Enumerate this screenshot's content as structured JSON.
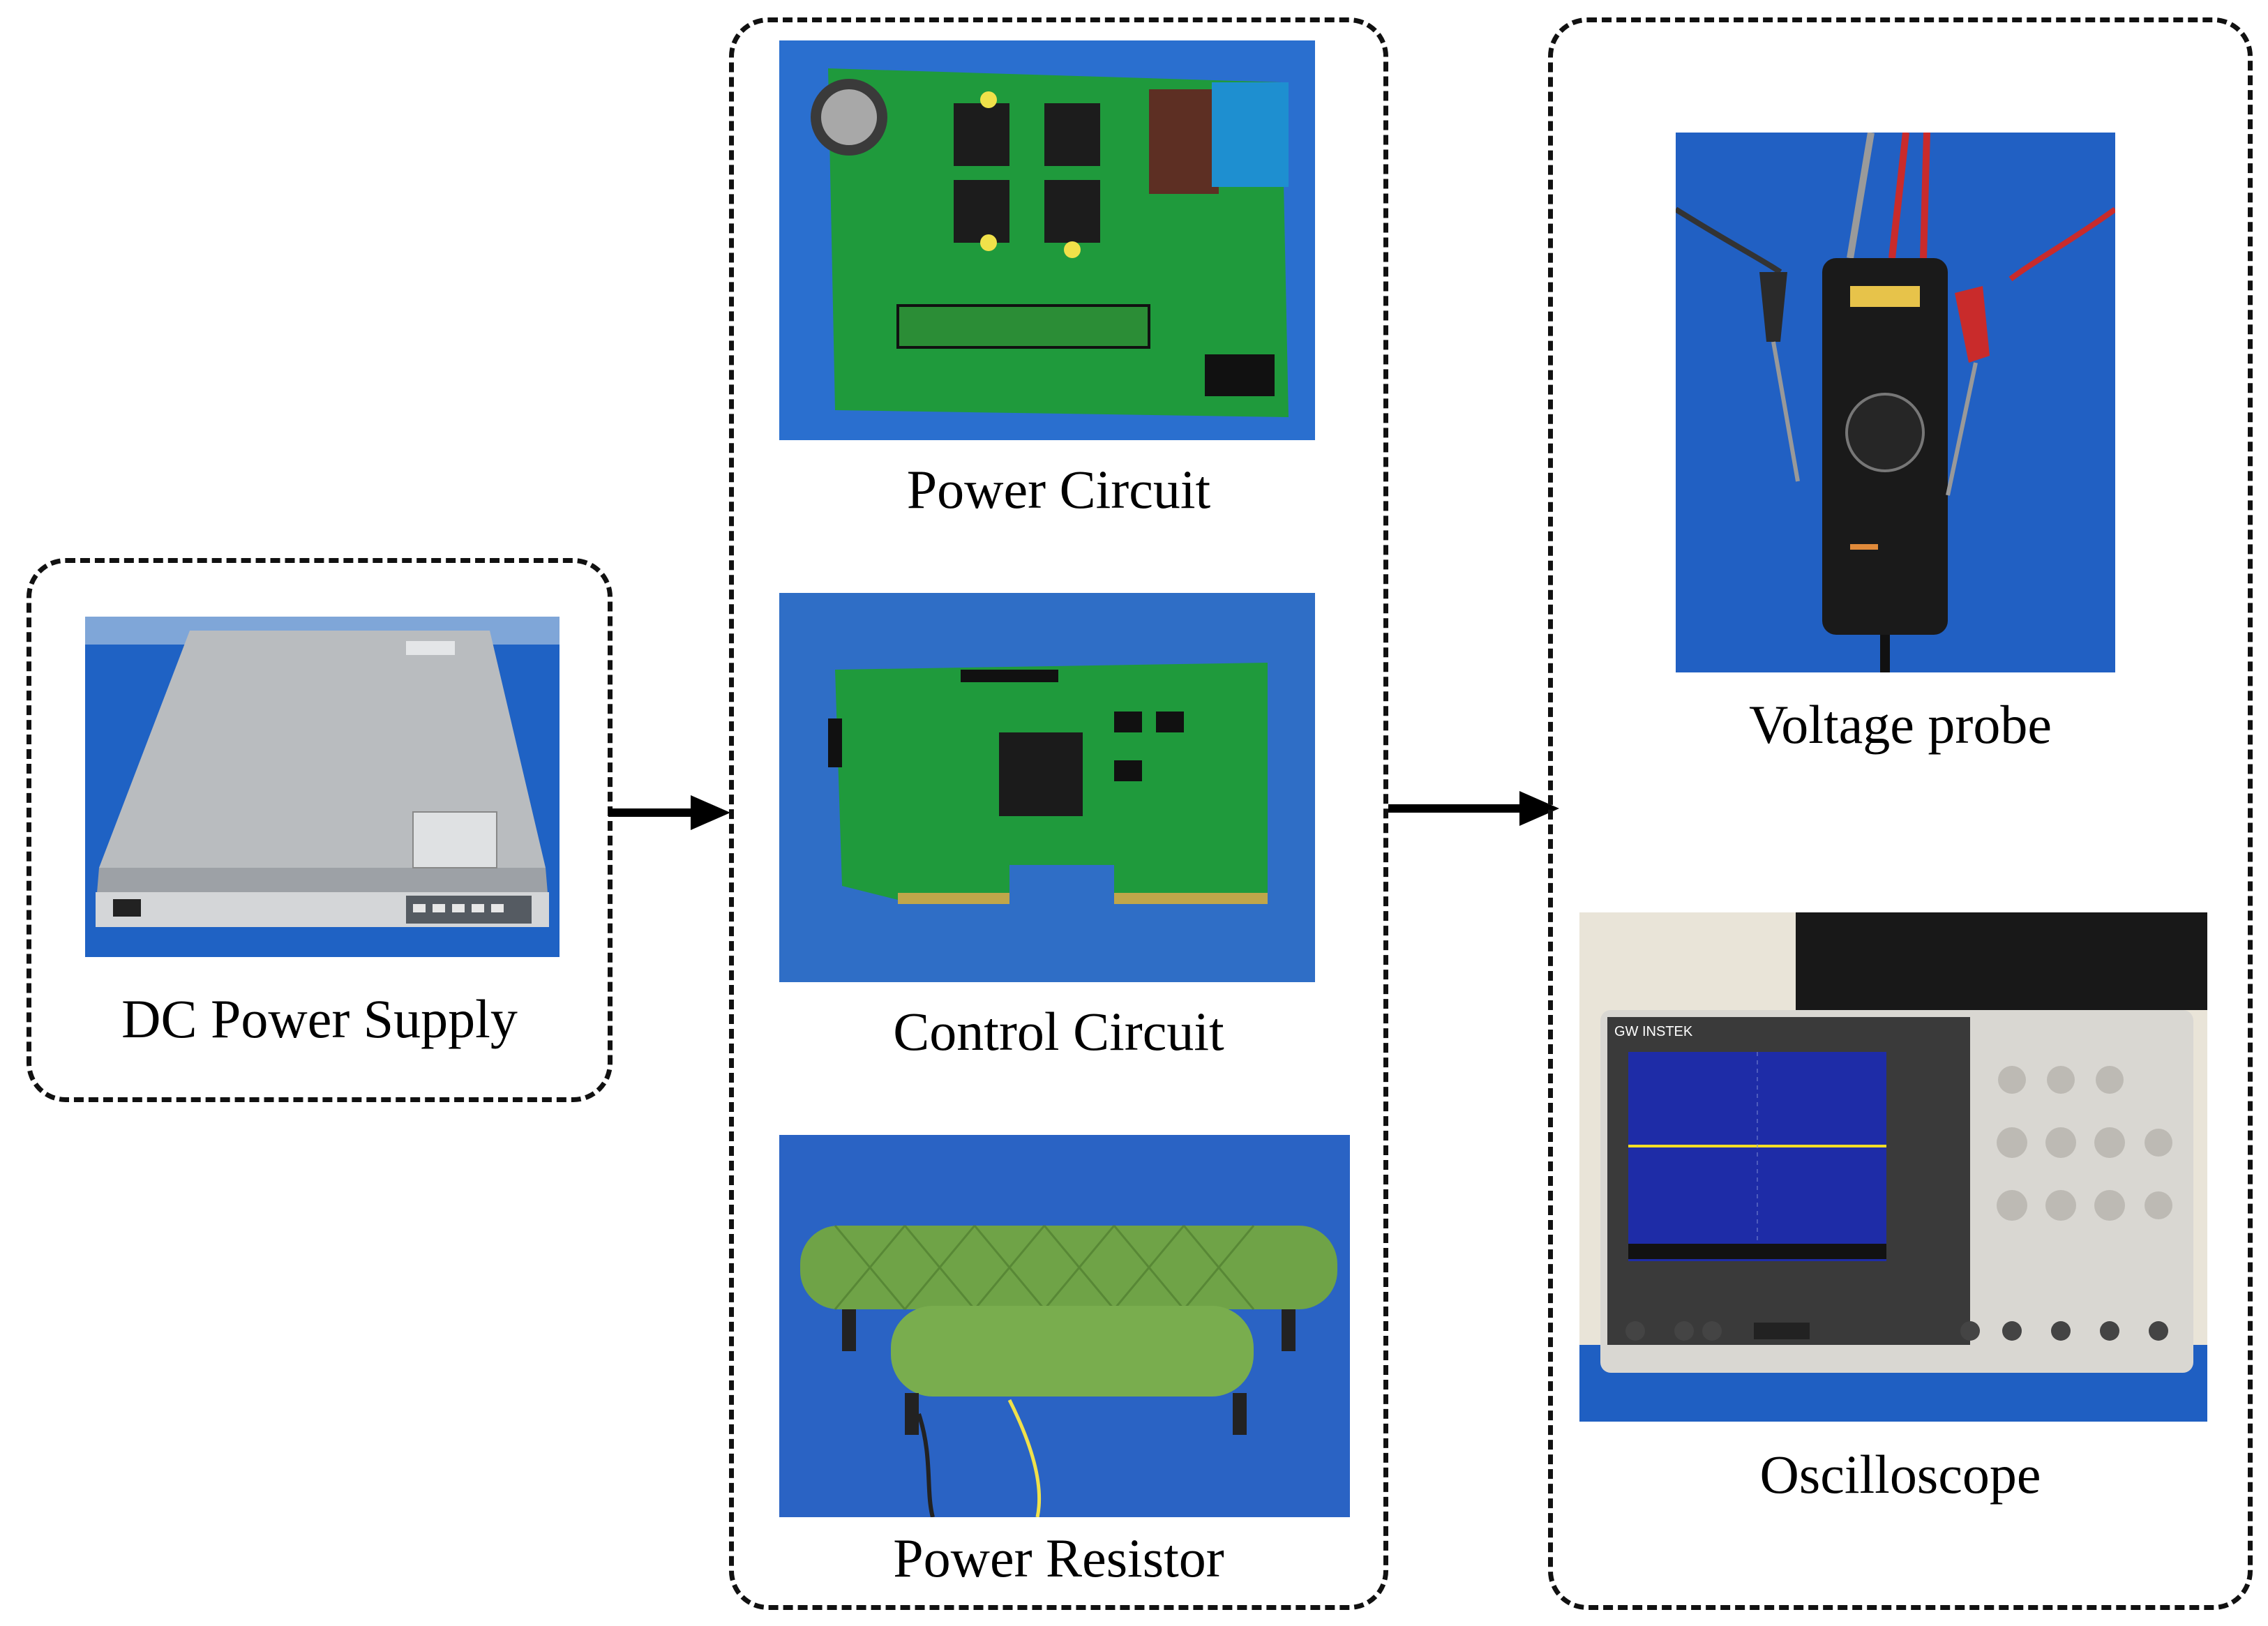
{
  "groups": [
    {
      "id": "source",
      "items": [
        {
          "label": "DC Power Supply",
          "photo": "dc-power-supply-photo"
        }
      ]
    },
    {
      "id": "device-under-test",
      "items": [
        {
          "label": "Power Circuit",
          "photo": "power-circuit-photo"
        },
        {
          "label": "Control Circuit",
          "photo": "control-circuit-photo"
        },
        {
          "label": "Power Resistor",
          "photo": "power-resistor-photo"
        }
      ]
    },
    {
      "id": "measurement",
      "items": [
        {
          "label": "Voltage probe",
          "photo": "voltage-probe-photo"
        },
        {
          "label": "Oscilloscope",
          "photo": "oscilloscope-photo"
        }
      ]
    }
  ],
  "photo_text": {
    "oscilloscope_brand": "GW INSTEK"
  },
  "colors": {
    "background_blue": "#1f62c4",
    "pcb_green": "#1f9a3c",
    "resistor_green": "#6fa347",
    "border": "#111111"
  }
}
